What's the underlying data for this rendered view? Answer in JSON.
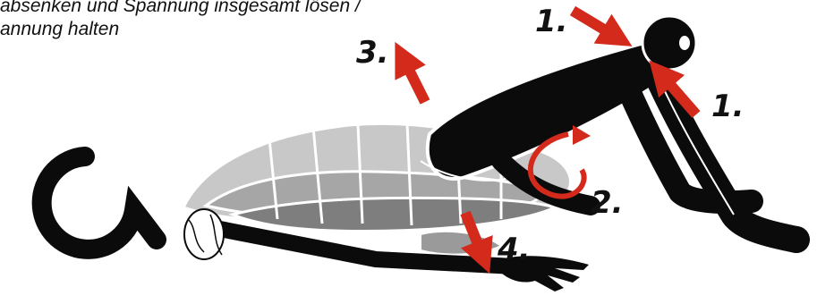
{
  "caption": {
    "line1": "absenken und Spannung insgesamt lösen /",
    "line2": "annung halten"
  },
  "steps": {
    "one_a": "1.",
    "one_b": "1.",
    "two": "2.",
    "three": "3.",
    "four": "4."
  },
  "colors": {
    "body": "#0b0b0b",
    "arrow": "#d42a1c",
    "ghost_light": "#c8c8c8",
    "ghost_mid": "#a6a6a6",
    "ghost_dark": "#7e7e7e",
    "outline": "#ffffff"
  },
  "icons": {
    "arrow": "red-arrow-icon",
    "rotation": "curved-rotation-arrow-icon"
  }
}
